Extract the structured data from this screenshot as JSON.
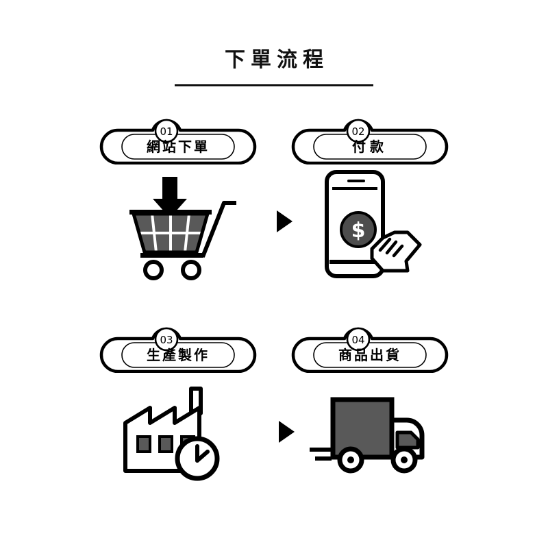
{
  "header": {
    "title": "下單流程",
    "rule_color": "#111111"
  },
  "theme": {
    "stroke": "#000000",
    "fill_gray": "#595959",
    "coin_gray": "#4d4d4d",
    "background": "#ffffff"
  },
  "steps": [
    {
      "number": "01",
      "label": "網站下單",
      "icon": "shopping-cart-download-icon"
    },
    {
      "number": "02",
      "label": "付款",
      "icon": "mobile-payment-hand-icon"
    },
    {
      "number": "03",
      "label": "生產製作",
      "icon": "factory-clock-icon"
    },
    {
      "number": "04",
      "label": "商品出貨",
      "icon": "delivery-truck-icon"
    }
  ],
  "connectors": [
    {
      "name": "arrow-step1-to-step2",
      "glyph": "triangle-right"
    },
    {
      "name": "arrow-step3-to-step4",
      "glyph": "triangle-right"
    }
  ]
}
